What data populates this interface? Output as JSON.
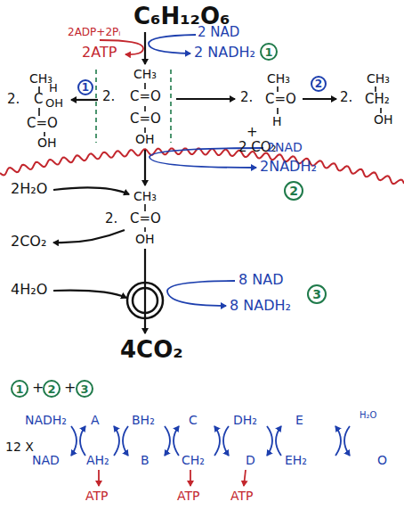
{
  "diagram": {
    "nodes": [
      {
        "text": [
          "1"
        ]
      },
      {
        "text": [
          "1"
        ]
      },
      {
        "text": [
          "2"
        ]
      },
      {
        "text": [
          "2"
        ]
      },
      {
        "text": [
          "3"
        ]
      },
      {
        "text": [
          "1"
        ]
      },
      {
        "text": [
          "2"
        ]
      },
      {
        "text": [
          "3"
        ]
      }
    ],
    "labels": [
      "C₆H₁₂O₆",
      "2ADP+2Pᵢ",
      "2ATP",
      "2 NAD",
      "2 NADH₂",
      "CH₃",
      "2.",
      "C=O",
      "C=O",
      "OH",
      "CH₃",
      "2.",
      "C",
      "H",
      "OH",
      "C=O",
      "OH",
      "CH₃",
      "2.",
      "C=O",
      "H",
      "+",
      "2 CO₂",
      "CH₃",
      "2.",
      "CH₂",
      "OH",
      "2NAD",
      "2NADH₂",
      "2H₂O",
      "CH₃",
      "2.",
      "C=O",
      "OH",
      "2CO₂",
      "4H₂O",
      "8 NAD",
      "8 NADH₂",
      "4CO₂",
      "+",
      "+",
      "12 X",
      "NADH₂",
      "NAD",
      "A",
      "AH₂",
      "BH₂",
      "B",
      "C",
      "CH₂",
      "DH₂",
      "D",
      "E",
      "EH₂",
      "H₂O",
      "O",
      "ATP",
      "ATP",
      "ATP"
    ]
  }
}
